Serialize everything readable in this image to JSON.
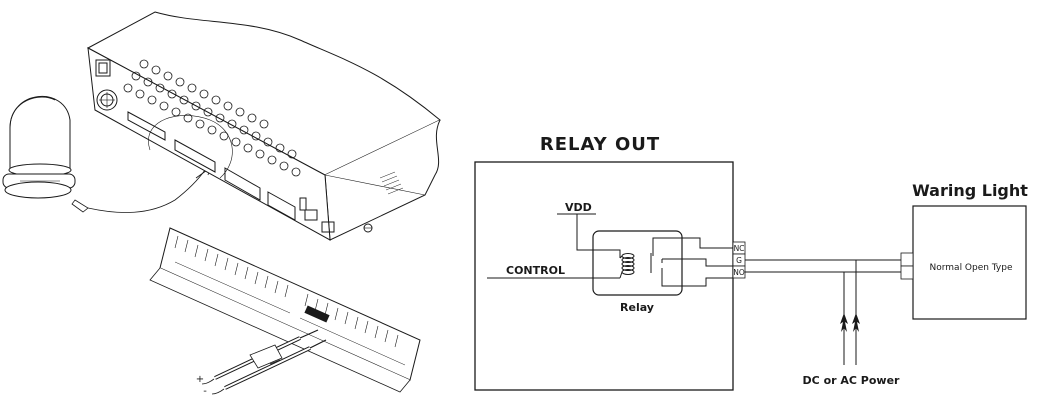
{
  "relay_panel": {
    "title": "RELAY OUT",
    "vdd_label": "VDD",
    "control_label": "CONTROL",
    "relay_label": "Relay",
    "terminals": [
      "NC",
      "G",
      "NO"
    ]
  },
  "warning_light": {
    "title": "Waring Light",
    "type_label": "Normal Open Type"
  },
  "power_label": "DC or AC Power",
  "illustration": {
    "wire_polarity": [
      "+",
      "-"
    ]
  },
  "colors": {
    "ink": "#1a1a1a",
    "background": "#ffffff"
  }
}
